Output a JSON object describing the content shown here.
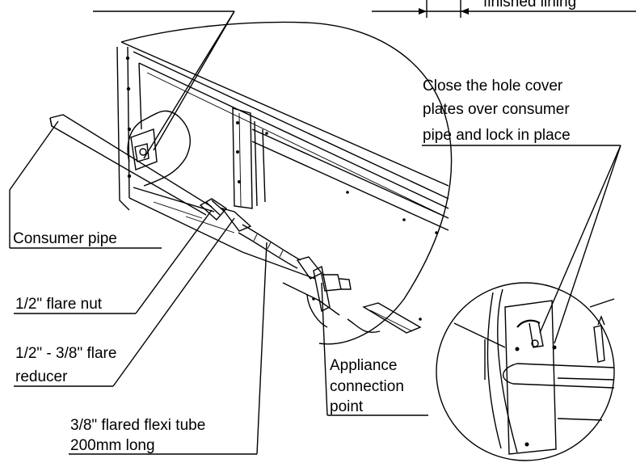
{
  "labels": {
    "finished_lining": "finished lining",
    "close_cover_line1": "Close the hole cover",
    "close_cover_line2": "plates over consumer",
    "close_cover_line3": "pipe and lock in place",
    "consumer_pipe": "Consumer pipe",
    "flare_nut": "1/2\" flare nut",
    "flare_reducer_line1": "1/2\" - 3/8\" flare",
    "flare_reducer_line2": "reducer",
    "appliance_line1": "Appliance",
    "appliance_line2": "connection",
    "appliance_line3": "point",
    "flexi_line1": "3/8\" flared flexi tube",
    "flexi_line2": "200mm long"
  }
}
